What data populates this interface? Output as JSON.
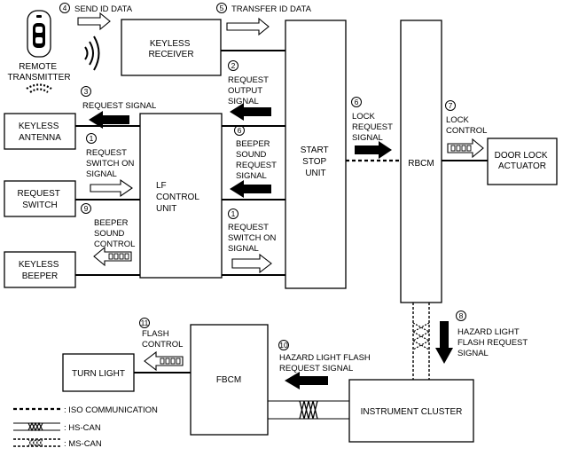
{
  "modules": {
    "keyless_receiver": [
      "KEYLESS",
      "RECEIVER"
    ],
    "start_stop_unit": [
      "START",
      "STOP",
      "UNIT"
    ],
    "rbcm": [
      "RBCM"
    ],
    "keyless_antenna": [
      "KEYLESS",
      "ANTENNA"
    ],
    "lf_control_unit": [
      "LF",
      "CONTROL",
      "UNIT"
    ],
    "request_switch": [
      "REQUEST",
      "SWITCH"
    ],
    "keyless_beeper": [
      "KEYLESS",
      "BEEPER"
    ],
    "door_lock_actuator": [
      "DOOR LOCK",
      "ACTUATOR"
    ],
    "turn_light": [
      "TURN LIGHT"
    ],
    "fbcm": [
      "FBCM"
    ],
    "instrument_cluster": [
      "INSTRUMENT CLUSTER"
    ],
    "remote_transmitter": [
      "REMOTE",
      "TRANSMITTER"
    ]
  },
  "steps": {
    "s4": {
      "num": "4",
      "label": [
        "SEND ID DATA"
      ]
    },
    "s5": {
      "num": "5",
      "label": [
        "TRANSFER ID DATA"
      ]
    },
    "s2": {
      "num": "2",
      "label": [
        "REQUEST",
        "OUTPUT",
        "SIGNAL"
      ]
    },
    "s3": {
      "num": "3",
      "label": [
        "REQUEST SIGNAL"
      ]
    },
    "s6a": {
      "num": "6",
      "label": [
        "BEEPER",
        "SOUND",
        "REQUEST",
        "SIGNAL"
      ]
    },
    "s6b": {
      "num": "6",
      "label": [
        "LOCK",
        "REQUEST",
        "SIGNAL"
      ]
    },
    "s7": {
      "num": "7",
      "label": [
        "LOCK",
        "CONTROL"
      ]
    },
    "s1a": {
      "num": "1",
      "label": [
        "REQUEST",
        "SWITCH ON",
        "SIGNAL"
      ]
    },
    "s9": {
      "num": "9",
      "label": [
        "BEEPER",
        "SOUND",
        "CONTROL"
      ]
    },
    "s1b": {
      "num": "1",
      "label": [
        "REQUEST",
        "SWITCH ON",
        "SIGNAL"
      ]
    },
    "s8": {
      "num": "8",
      "label": [
        "HAZARD LIGHT",
        "FLASH REQUEST",
        "SIGNAL"
      ]
    },
    "s11": {
      "num": "11",
      "label": [
        "FLASH",
        "CONTROL"
      ]
    },
    "s10": {
      "num": "10",
      "label": [
        "HAZARD LIGHT FLASH",
        "REQUEST SIGNAL"
      ]
    }
  },
  "legend": {
    "iso": ": ISO COMMUNICATION",
    "hs_can": ": HS-CAN",
    "ms_can": ": MS-CAN"
  }
}
